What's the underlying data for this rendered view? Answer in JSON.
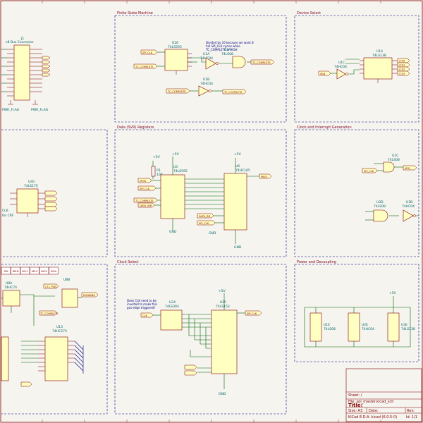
{
  "panels": {
    "fsm": "Finite State Machine",
    "device_select": "Device Select",
    "svr": "Data (SVR) Registers",
    "clock_irq": "Clock and Interrupt Generation",
    "clock_select": "Clock Select",
    "power": "Power and Decoupling"
  },
  "left": {
    "j1_ref": "J1",
    "j1_name": "x8 Bus Connector",
    "pwr_flag1": "PWR_FLAG",
    "pwr_flag2": "PWR_FLAG",
    "u40_ref": "U40",
    "u40_part": "74LS175",
    "clk_note": "CLK",
    "clk_note2": "for CRF",
    "bottom_row": [
      "IEN",
      "IDEN",
      "SEL1",
      "SEL0",
      "DIVS",
      "DIV0"
    ],
    "u8a_ref": "U8A",
    "u8a_part": "74HC74",
    "u8b_ref": "U8B",
    "u13_ref": "U13",
    "u13_part": "74HC273",
    "latch_label": "CTL_PSEL",
    "running_label": "RUNNING",
    "tc_label": "TC_COMPLETE"
  },
  "fsm": {
    "u26_ref": "U26",
    "u26_part": "74LS593",
    "note": "Divided by 16 because we want 8 full SPI_CLK cycles while TC_COMPLETE is HIGH",
    "u3a_ref": "U3A",
    "u3a_part": "74LS08",
    "u1a_ref": "U1A",
    "u1a_part": "74HC04",
    "u1b_ref": "U1B",
    "u1b_part": "74HC04",
    "net_spi_clk": "SPI_CLK",
    "net_tc1": "TC_COMPLETE",
    "net_tc2": "TC_COMPLETE",
    "net_tc3": "TC_COMPLETE",
    "net_tc4": "TC_COMPLETE"
  },
  "device": {
    "u1c_ref": "U1C",
    "u1c_part": "74HC04",
    "u14_ref": "U14",
    "u14_part": "74LS138",
    "net_sen": "SEN",
    "outputs": [
      "/CS0",
      "/CS1",
      "/CS2",
      "/CS3"
    ]
  },
  "svr": {
    "r1_ref": "R1",
    "r1_val": "10K",
    "u5_ref": "U5",
    "u5_part": "74LS595",
    "u6_ref": "U6",
    "u6_part": "74HC165",
    "net_mosi": "MOSI",
    "net_miso": "MISO",
    "net_spi_clk": "SPI_CLK",
    "net_tc": "TC_COMPLETE",
    "net_data_wr": "DATA_WR",
    "net_spi_clk2": "SPI_CLK",
    "net_data_rd": "DATA_RD",
    "vcc1": "+5V",
    "vcc2": "+5V",
    "vcc3": "+5V",
    "gnd1": "GND",
    "gnd2": "GND",
    "gnd3": "GND"
  },
  "irq": {
    "u1c_ref": "U1C",
    "u1c_part": "74LS08",
    "u3d_ref": "U3D",
    "u3d_part": "74LS08",
    "u3b_ref": "U3B",
    "u3b_part": "74HC04",
    "net_spi_clk": "SPI_CLK",
    "net_irq": "/IRQ"
  },
  "clock": {
    "note": "Does CLK need to be inverted to make this pos-edge triggered?",
    "u24_ref": "U24",
    "u24_part": "74LS393",
    "u25_ref": "U25",
    "u25_part": "74LS153",
    "net_clk": "CLK",
    "net_spi_clk": "SPI_CLK",
    "vcc": "+5V",
    "gnd": "GND"
  },
  "power": {
    "vcc": "+5V",
    "chips": [
      {
        "ref": "U1E",
        "part": "74LS08"
      },
      {
        "ref": "U2E",
        "part": "74HC04"
      },
      {
        "ref": "U3E",
        "part": "74LS138"
      }
    ]
  },
  "title_block": {
    "sheet": "Sheet: /",
    "file": "File: spi_master.kicad_sch",
    "title": "Title:",
    "size": "Size: A3",
    "date": "Date:",
    "rev": "Rev:",
    "eda": "KiCad E.D.A.  kicad (6.0.5-0)",
    "id": "Id: 1/1"
  }
}
